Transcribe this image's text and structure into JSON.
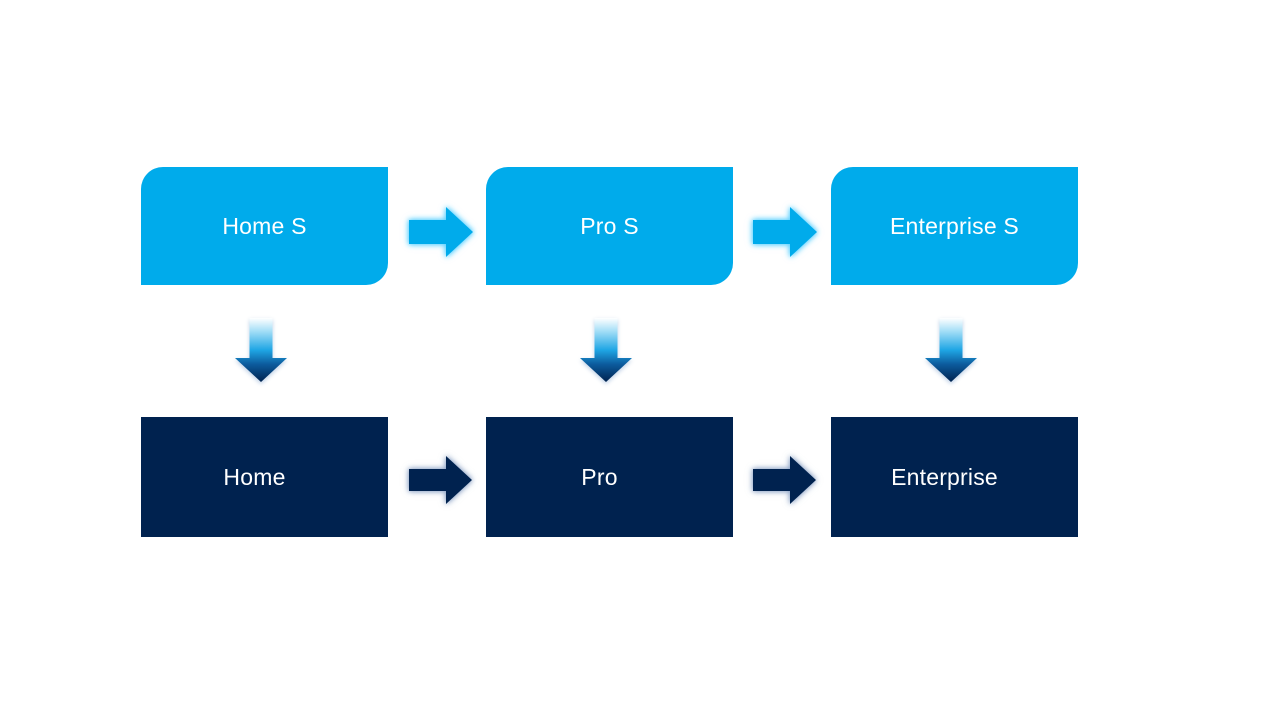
{
  "diagram": {
    "type": "process-upgrade-flow",
    "columns": [
      {
        "top_label": "Home S",
        "bottom_label": "Home"
      },
      {
        "top_label": "Pro S",
        "bottom_label": "Pro"
      },
      {
        "top_label": "Enterprise S",
        "bottom_label": "Enterprise"
      }
    ],
    "connectors": {
      "horizontal": "right-arrow",
      "vertical": "down-arrow"
    },
    "colors": {
      "accent_light": "#00ABEB",
      "accent_dark": "#00224F",
      "label_text": "#FFFFFF",
      "background": "#FFFFFF",
      "down_arrow_gradient": [
        "#FFFFFF",
        "#A6DFF7",
        "#1FA6E4",
        "#0C5C9E",
        "#00224F"
      ],
      "top_arrow_glow": "#50CDFF",
      "bottom_arrow_glow": "#7D96BE"
    }
  }
}
